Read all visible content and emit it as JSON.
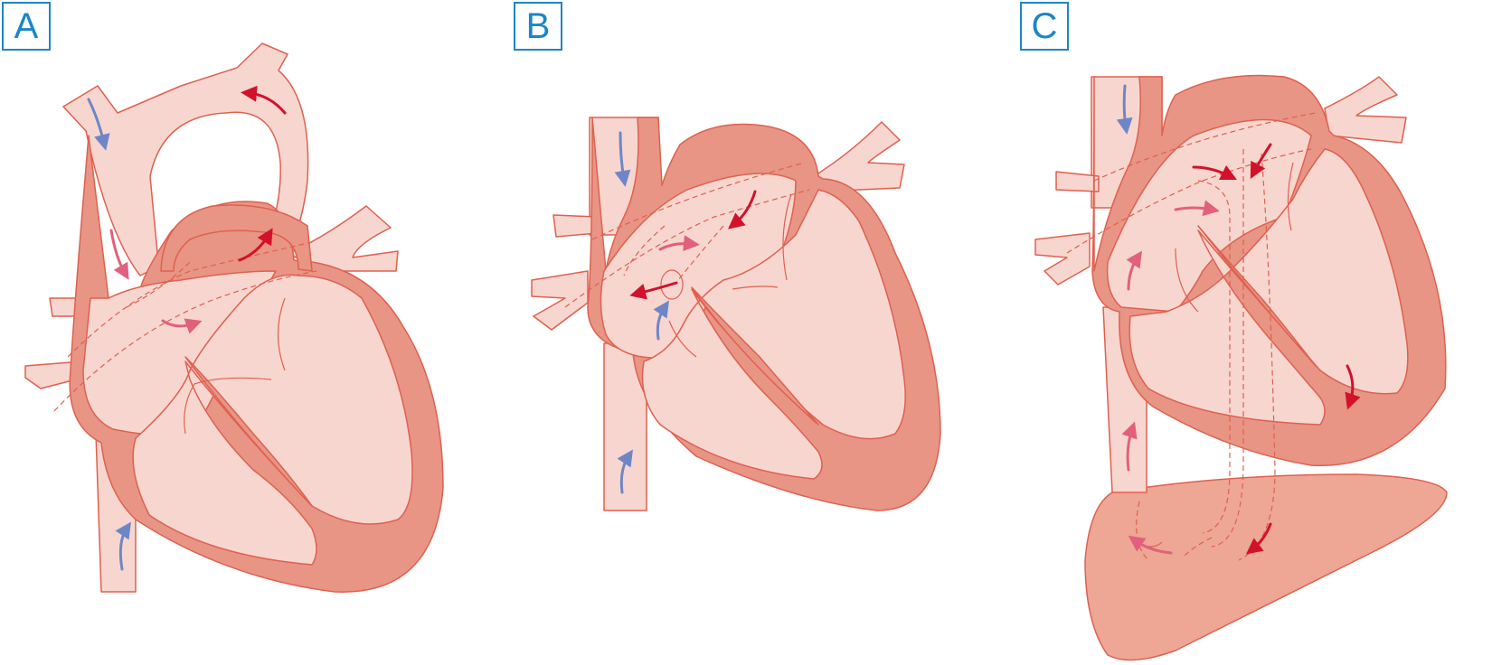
{
  "panels": [
    {
      "label": "A"
    },
    {
      "label": "B"
    },
    {
      "label": "C"
    }
  ],
  "colors": {
    "label_border": "#1a86c8",
    "vessel_fill": "#f7d6cf",
    "wall_fill": "#e89585",
    "outline": "#e0604f",
    "liver_fill": "#eea695",
    "arrow_blue": "#6f86c6",
    "arrow_pink": "#e2607e",
    "arrow_red": "#d2112b"
  }
}
